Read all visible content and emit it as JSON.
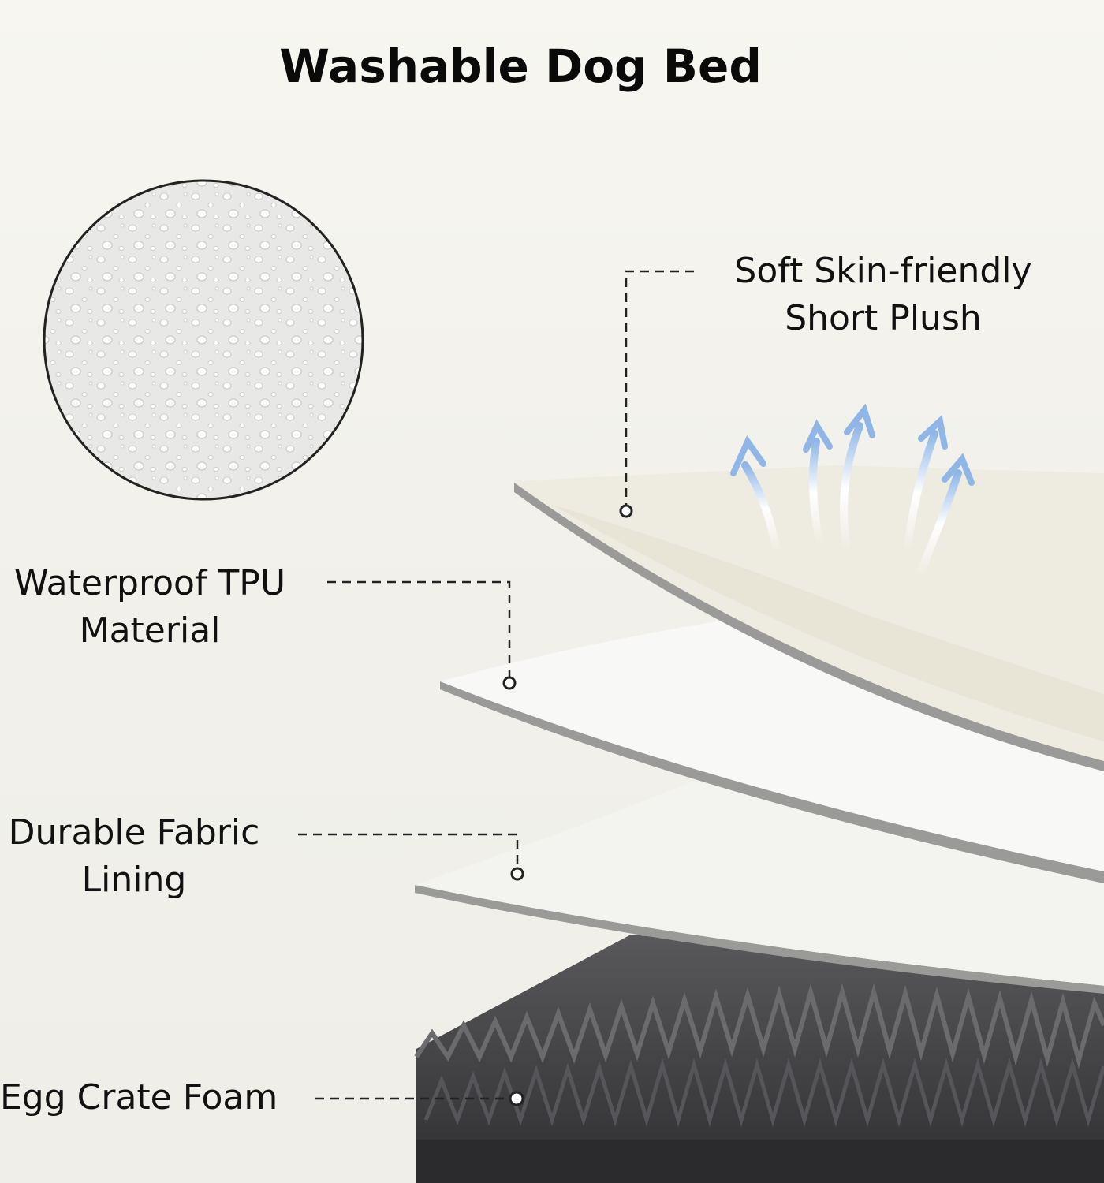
{
  "title": "Washable Dog Bed",
  "layers": {
    "plush": {
      "line1": "Soft Skin-friendly",
      "line2": "Short Plush"
    },
    "tpu": {
      "line1": "Waterproof TPU",
      "line2": "Material"
    },
    "fabric": {
      "line1": "Durable Fabric",
      "line2": "Lining"
    },
    "foam": {
      "line1": "Egg Crate Foam"
    }
  },
  "colors": {
    "plush": "#eeebe0",
    "tpu": "#f7f7f5",
    "fabric": "#f2f2ef",
    "foam": "#3c3c3e",
    "edge": "#9a9a98",
    "arrow": "#8fb6e6"
  },
  "icons": [
    "waterproof-texture-circle",
    "airflow-arrows-icon"
  ]
}
